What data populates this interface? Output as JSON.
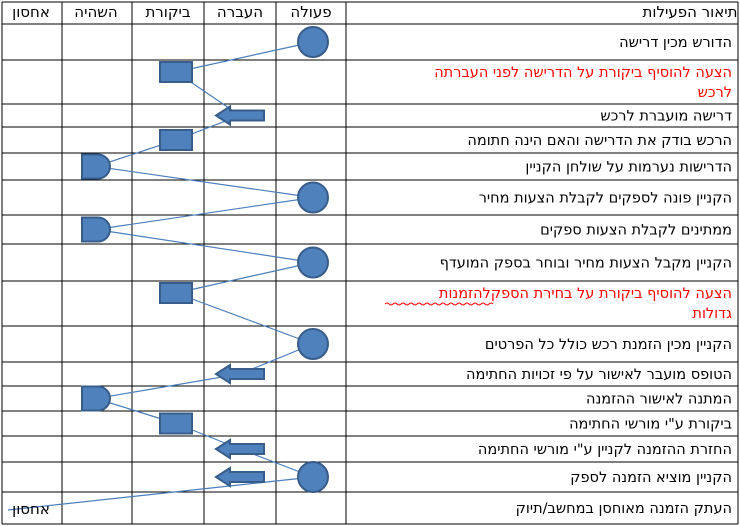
{
  "headers": {
    "description": "תיאור הפעילות",
    "action": "פעולה",
    "transfer": "העברה",
    "control": "ביקורת",
    "delay": "השהיה",
    "storage": "אחסון"
  },
  "rows": [
    {
      "lines": [
        "הדורש מכין דרישה"
      ],
      "red": false,
      "shape": "circle",
      "col": "action"
    },
    {
      "lines": [
        "הצעה להוסיף ביקורת על הדרישה לפני העברתה",
        "לרכש"
      ],
      "red": true,
      "shape": "square",
      "col": "control"
    },
    {
      "lines": [
        "דרישה מועברת לרכש"
      ],
      "red": false,
      "shape": "arrow",
      "col": "transfer"
    },
    {
      "lines": [
        "הרכש בודק את הדרישה והאם הינה חתומה"
      ],
      "red": false,
      "shape": "square",
      "col": "control"
    },
    {
      "lines": [
        "הדרישות נערמות על שולחן הקניין"
      ],
      "red": false,
      "shape": "delay",
      "col": "delay"
    },
    {
      "lines": [
        "הקניין פונה לספקים לקבלת הצעות מחיר"
      ],
      "red": false,
      "shape": "circle",
      "col": "action"
    },
    {
      "lines": [
        "ממתינים לקבלת הצעות ספקים"
      ],
      "red": false,
      "shape": "delay",
      "col": "delay"
    },
    {
      "lines": [
        "הקניין מקבל הצעות מחיר ובוחר בספק המועדף"
      ],
      "red": false,
      "shape": "circle",
      "col": "action"
    },
    {
      "lines": [
        "הצעה להוסיף ביקורת על בחירת הספקלהזמנות",
        "גדולות"
      ],
      "red": true,
      "shape": "square",
      "col": "control"
    },
    {
      "lines": [
        "הקניין מכין הזמנת רכש כולל כל הפרטים"
      ],
      "red": false,
      "shape": "circle",
      "col": "action"
    },
    {
      "lines": [
        "הטופס מועבר לאישור על פי זכויות החתימה"
      ],
      "red": false,
      "shape": "arrow",
      "col": "transfer"
    },
    {
      "lines": [
        "המתנה לאישור ההזמנה"
      ],
      "red": false,
      "shape": "delay",
      "col": "delay"
    },
    {
      "lines": [
        "ביקורת ע\"י מורשי החתימה"
      ],
      "red": false,
      "shape": "square",
      "col": "control"
    },
    {
      "lines": [
        "החזרת ההזמנה לקניין ע\"י מורשי החתימה"
      ],
      "red": false,
      "shape": "arrow",
      "col": "transfer"
    },
    {
      "lines": [
        "הקניין מוציא הזמנה לספק"
      ],
      "red": false,
      "shape": "circle+arrow",
      "col": "action"
    },
    {
      "lines": [
        "העתק הזמנה מאוחסן במחשב/תיוק"
      ],
      "red": false,
      "shape": "label",
      "col": "storage",
      "label": "אחסון"
    }
  ],
  "colors": {
    "shape_fill": "#4f81bd",
    "shape_stroke": "#385d8a",
    "connector": "#4a7ebb",
    "highlight": "#ff0000"
  }
}
